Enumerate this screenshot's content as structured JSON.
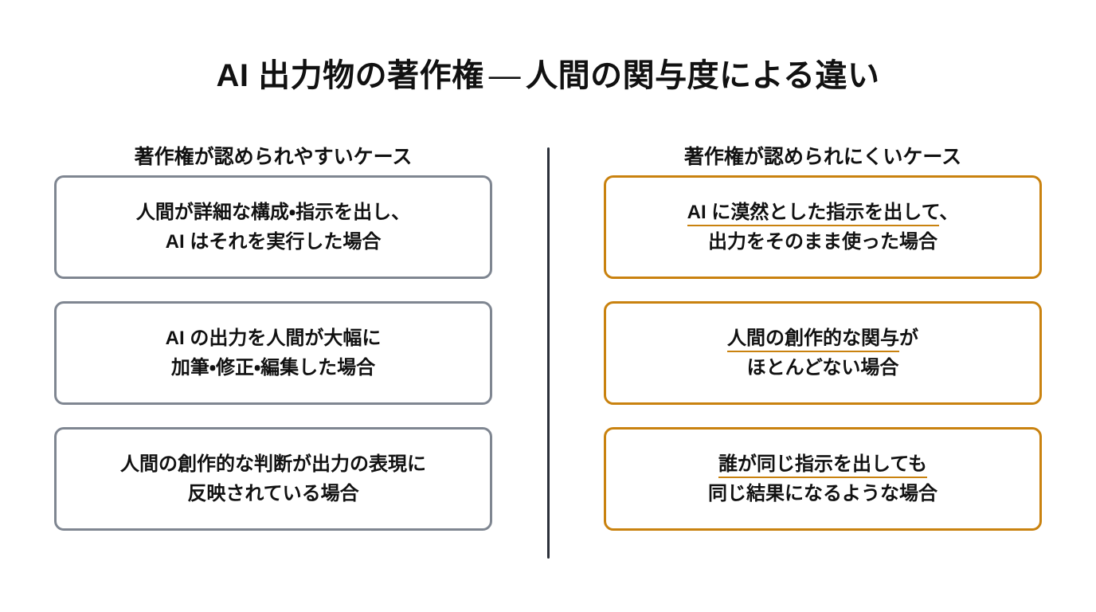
{
  "slide": {
    "title_main": "AI 出力物の著作権",
    "title_dash": "—",
    "title_tail": "人間の関与度による違い",
    "background_color": "#ffffff",
    "accent_orange": "#c9820f",
    "accent_gray": "#7f8691",
    "divider_color": "#2b303a"
  },
  "columns": {
    "left": {
      "header": "著作権が認められやすいケース",
      "border_color": "#7f8691",
      "cards": [
        {
          "line1": "人間が詳細な構成・指示を出し、",
          "line1_underline": "",
          "line2": "AI はそれを実行した場合"
        },
        {
          "line1": "AI の出力を人間が大幅に",
          "line1_underline": "",
          "line2": "加筆・修正・編集した場合"
        },
        {
          "line1": "人間の創作的な判断が出力の表現に",
          "line1_underline": "",
          "line2": "反映されている場合"
        }
      ]
    },
    "right": {
      "header": "著作権が認められにくいケース",
      "border_color": "#c9820f",
      "cards": [
        {
          "line1_underline": "AI に漠然とした指示を出して",
          "line1_rest": "、",
          "line2": "出力をそのまま使った場合"
        },
        {
          "line1_underline": "人間の創作的な関与",
          "line1_rest": "が",
          "line2": "ほとんどない場合"
        },
        {
          "line1_underline": "誰が同じ指示を出しても",
          "line1_rest": "",
          "line2": "同じ結果になるような場合"
        }
      ]
    }
  }
}
